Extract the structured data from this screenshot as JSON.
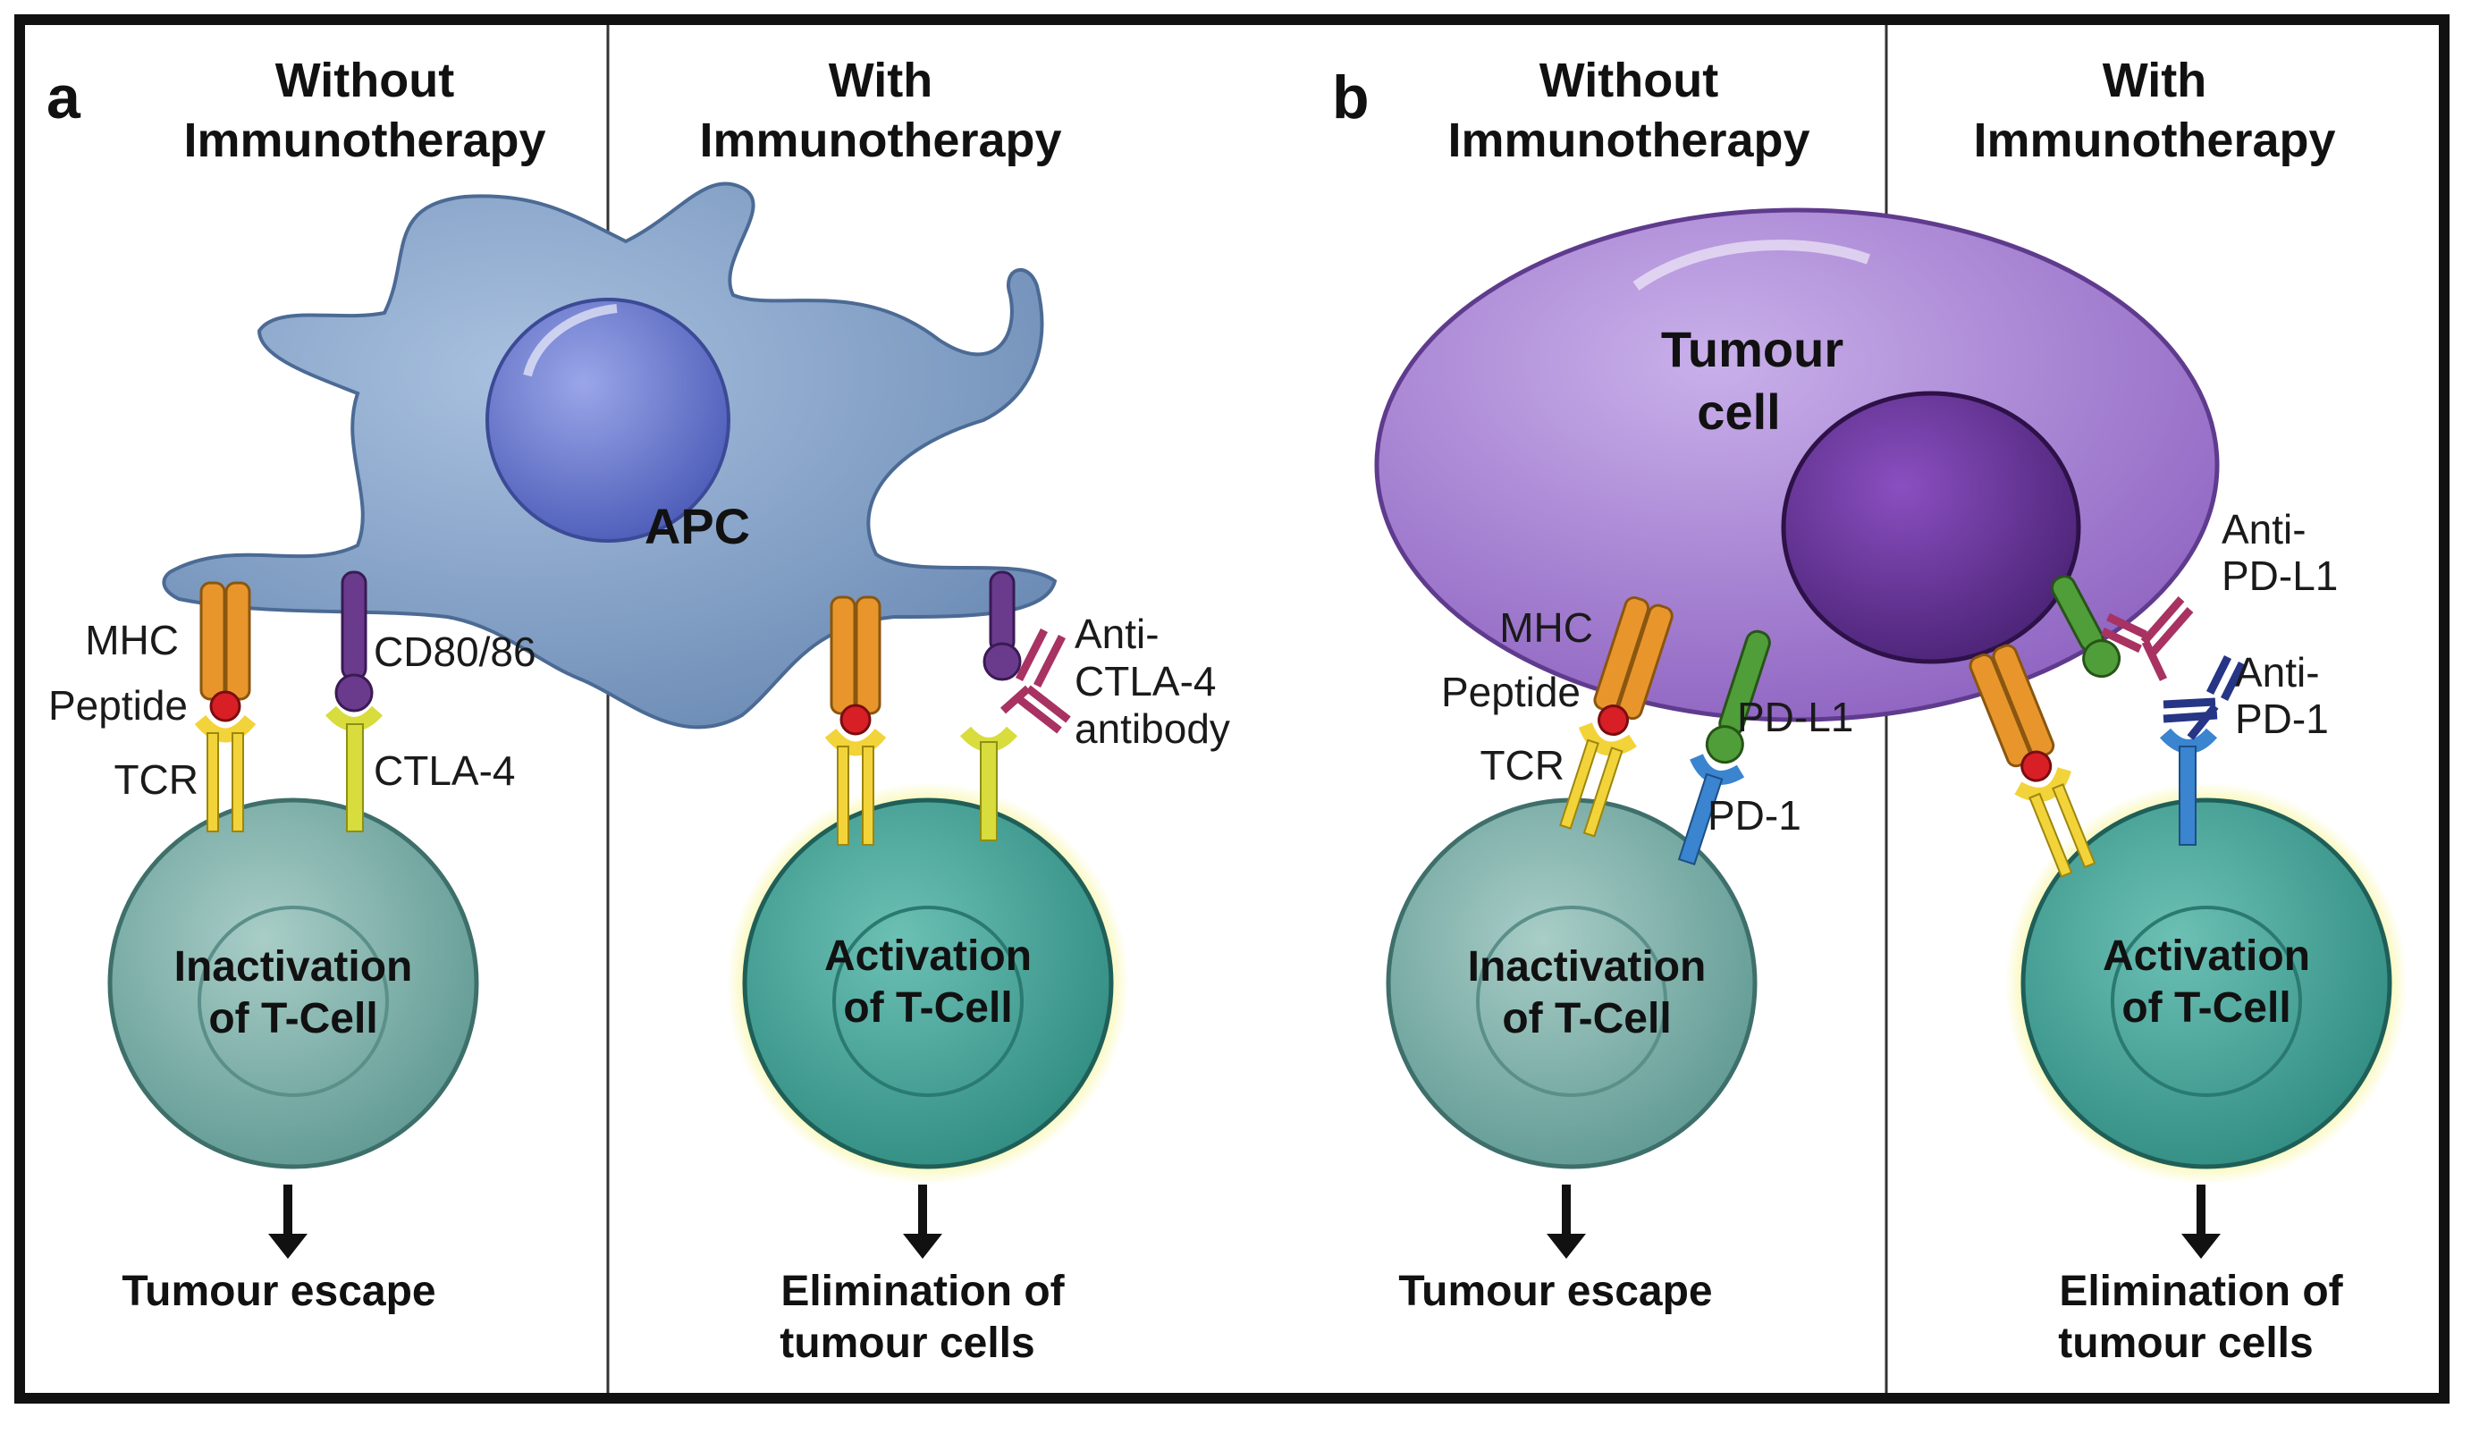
{
  "panels": {
    "a": {
      "letter": "a",
      "left_header": [
        "Without",
        "Immunotherapy"
      ],
      "right_header": [
        "With",
        "Immunotherapy"
      ],
      "apc_label": "APC",
      "labels": {
        "mhc": "MHC",
        "peptide": "Peptide",
        "tcr": "TCR",
        "cd80": "CD80/86",
        "ctla4": "CTLA-4",
        "antibody": [
          "Anti-",
          "CTLA-4",
          "antibody"
        ]
      },
      "left_cell": [
        "Inactivation",
        "of T-Cell"
      ],
      "right_cell": [
        "Activation",
        "of T-Cell"
      ],
      "left_outcome": [
        "Tumour escape"
      ],
      "right_outcome": [
        "Elimination of",
        "tumour cells"
      ]
    },
    "b": {
      "letter": "b",
      "left_header": [
        "Without",
        "Immunotherapy"
      ],
      "right_header": [
        "With",
        "Immunotherapy"
      ],
      "tumour_label": [
        "Tumour",
        "cell"
      ],
      "labels": {
        "mhc": "MHC",
        "peptide": "Peptide",
        "tcr": "TCR",
        "pdl1": "PD-L1",
        "pd1": "PD-1",
        "anti_pdl1": [
          "Anti-",
          "PD-L1"
        ],
        "anti_pd1": [
          "Anti-",
          "PD-1"
        ]
      },
      "left_cell": [
        "Inactivation",
        "of T-Cell"
      ],
      "right_cell": [
        "Activation",
        "of T-Cell"
      ],
      "left_outcome": [
        "Tumour escape"
      ],
      "right_outcome": [
        "Elimination of",
        "tumour cells"
      ]
    }
  },
  "colors": {
    "apc": "#7f9dc4",
    "tumour": "#a987cf",
    "tcell": "#4f9e95",
    "glow": "#f3f06a",
    "mhc": "#e8962c",
    "tcr": "#f2d33a",
    "ctla4": "#d8dc3c",
    "cd80": "#6a3b8c",
    "anti_ctla4": "#a83262",
    "pdl1": "#4f9e3a",
    "pd1": "#3a84d0",
    "anti_pdl1": "#a83262",
    "anti_pd1": "#263585",
    "peptide": "#d81f26"
  },
  "icons": [
    "down-arrow-icon",
    "antibody-icon"
  ]
}
